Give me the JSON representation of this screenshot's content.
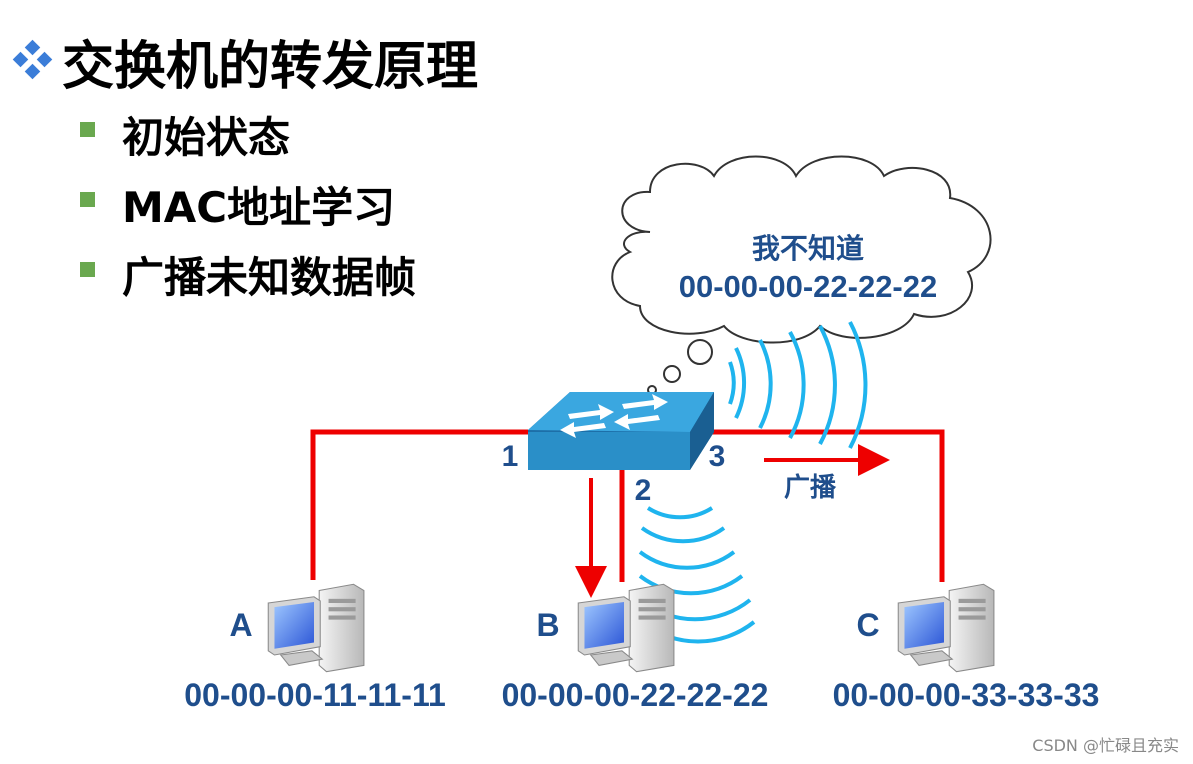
{
  "title": "交换机的转发原理",
  "title_icon": "diamond-cluster-icon",
  "bullets": [
    {
      "text": "初始状态"
    },
    {
      "text": "MAC地址学习"
    },
    {
      "text": "广播未知数据帧"
    }
  ],
  "bubble": {
    "line1": "我不知道",
    "line2": "00-00-00-22-22-22"
  },
  "ports": {
    "p1": "1",
    "p2": "2",
    "p3": "3"
  },
  "broadcast_label": "广播",
  "hosts": [
    {
      "name": "A",
      "mac": "00-00-00-11-11-11"
    },
    {
      "name": "B",
      "mac": "00-00-00-22-22-22"
    },
    {
      "name": "C",
      "mac": "00-00-00-33-33-33"
    }
  ],
  "footer": "CSDN @忙碌且充实",
  "colors": {
    "accent": "#1f4e8c",
    "link": "#ee0000",
    "wave": "#1fb4ee",
    "bullet": "#6aa84f",
    "switch": "#2a8fc8"
  }
}
